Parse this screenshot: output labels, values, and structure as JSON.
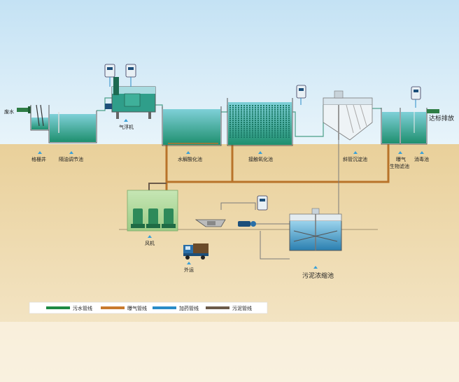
{
  "labels": {
    "inlet": "废水",
    "grille_well": "格栅井",
    "separation_tank": "隔油调节池",
    "air_flotation": "气浮机",
    "hydrolysis_tank": "水解酸化池",
    "contact_oxidation": "接触氧化池",
    "inclined_tube_settler": "斜管沉淀池",
    "aeration_filter_line1": "曝气",
    "aeration_filter_line2": "生物滤池",
    "disinfection_tank": "消毒池",
    "discharge": "达标排放",
    "blower": "风机",
    "transport": "外运",
    "sludge_thickener": "污泥浓缩池"
  },
  "legend": [
    {
      "label": "污水管线",
      "color": "#1e8a44"
    },
    {
      "label": "曝气管线",
      "color": "#c97a2c"
    },
    {
      "label": "加药管线",
      "color": "#2a8cc8"
    },
    {
      "label": "污泥管线",
      "color": "#6b5a4a"
    }
  ],
  "colors": {
    "sky": "#c6e3f3",
    "ground": "#edd6a4",
    "water": "#2f9e8a",
    "pipe_sewage": "#1e8a44",
    "pipe_air": "#b8732a",
    "pipe_dose": "#2a8cc8",
    "pipe_sludge": "#6b5a4a",
    "marker": "#3aa0d8"
  }
}
